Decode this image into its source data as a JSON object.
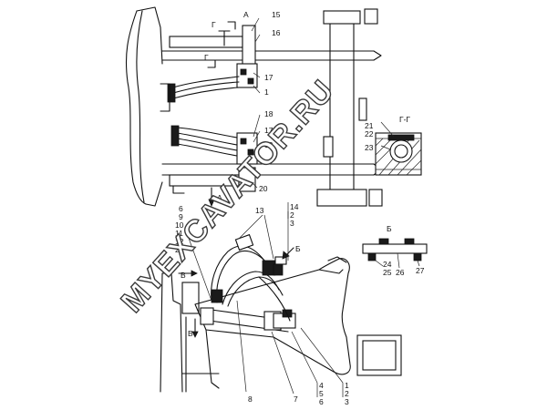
{
  "watermark": "MYEXCAVATOR.RU",
  "views": {
    "top_view": "А",
    "section_view": "Г-Г",
    "detail_view": "Б",
    "section_mark": "Г",
    "arrow_a": "А",
    "arrow_b": "Б",
    "arrow_v": "В"
  },
  "callouts": {
    "c15": "15",
    "c16": "16",
    "c17a": "17",
    "c1": "1",
    "c18": "18",
    "c17b": "17",
    "c19": "19",
    "c20": "20",
    "c21": "21",
    "c22": "22",
    "c23": "23",
    "c6": "6",
    "c9": "9",
    "c10": "10",
    "c11": "11",
    "c12": "12",
    "c28": "28",
    "c13": "13",
    "c14": "14",
    "c2a": "2",
    "c3a": "3",
    "c24": "24",
    "c25": "25",
    "c26": "26",
    "c27": "27",
    "c8": "8",
    "c7": "7",
    "c4": "4",
    "c5": "5",
    "c6b": "6",
    "c1b": "1",
    "c2b": "2",
    "c3b": "3"
  }
}
